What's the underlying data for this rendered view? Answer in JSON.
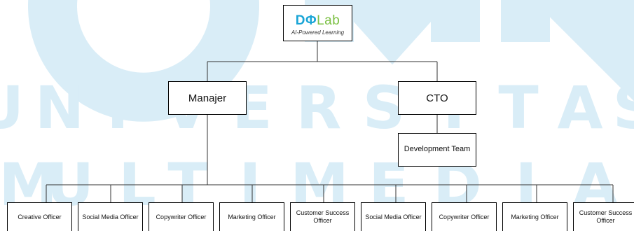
{
  "watermark": {
    "row1": "UMN",
    "row2": [
      "U",
      "N",
      "I",
      "V",
      "E",
      "R",
      "S",
      "I",
      "T",
      "A",
      "S"
    ],
    "row3": [
      "M",
      "U",
      "L",
      "T",
      "I",
      "M",
      "E",
      "D",
      "I",
      "A"
    ],
    "color": "#d9edf7"
  },
  "logo": {
    "name_part1": "DΦ",
    "name_part2": "Lab",
    "tagline": "AI-Powered Learning",
    "primary_color": "#1aa5d6",
    "secondary_color": "#7bc043"
  },
  "org": {
    "manager_label": "Manajer",
    "cto_label": "CTO",
    "dev_team_label": "Development Team",
    "staff": [
      "Creative Officer",
      "Social Media Officer",
      "Copywriter Officer",
      "Marketing Officer",
      "Customer Success Officer",
      "Social Media Officer",
      "Copywriter Officer",
      "Marketing Officer",
      "Customer Success Officer"
    ]
  }
}
